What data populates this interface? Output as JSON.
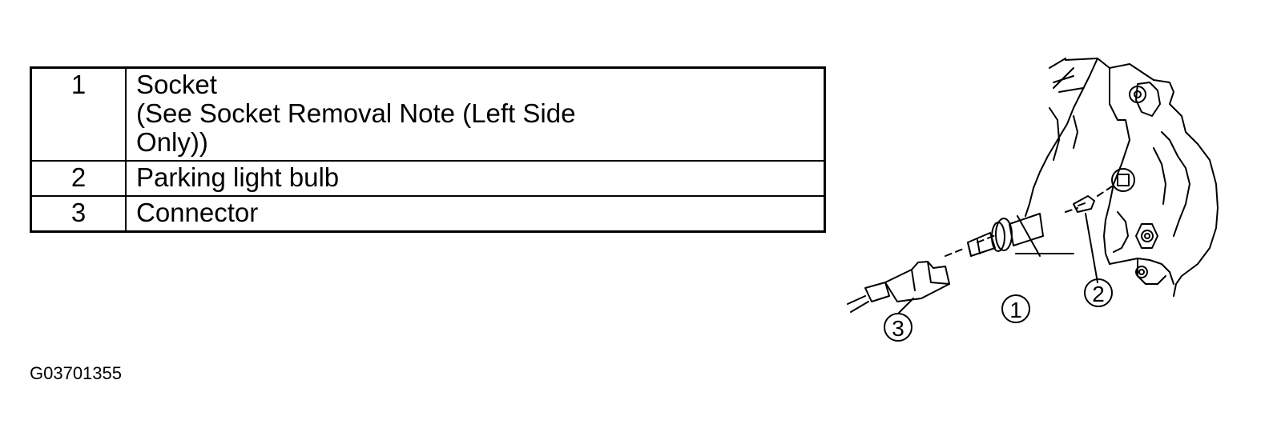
{
  "legend": [
    {
      "num": "1",
      "text": "Socket\n(See Socket Removal Note (Left Side\nOnly))"
    },
    {
      "num": "2",
      "text": "Parking light bulb"
    },
    {
      "num": "3",
      "text": "Connector"
    }
  ],
  "callouts": {
    "c1": "1",
    "c2": "2",
    "c3": "3"
  },
  "figure_code": "G03701355"
}
